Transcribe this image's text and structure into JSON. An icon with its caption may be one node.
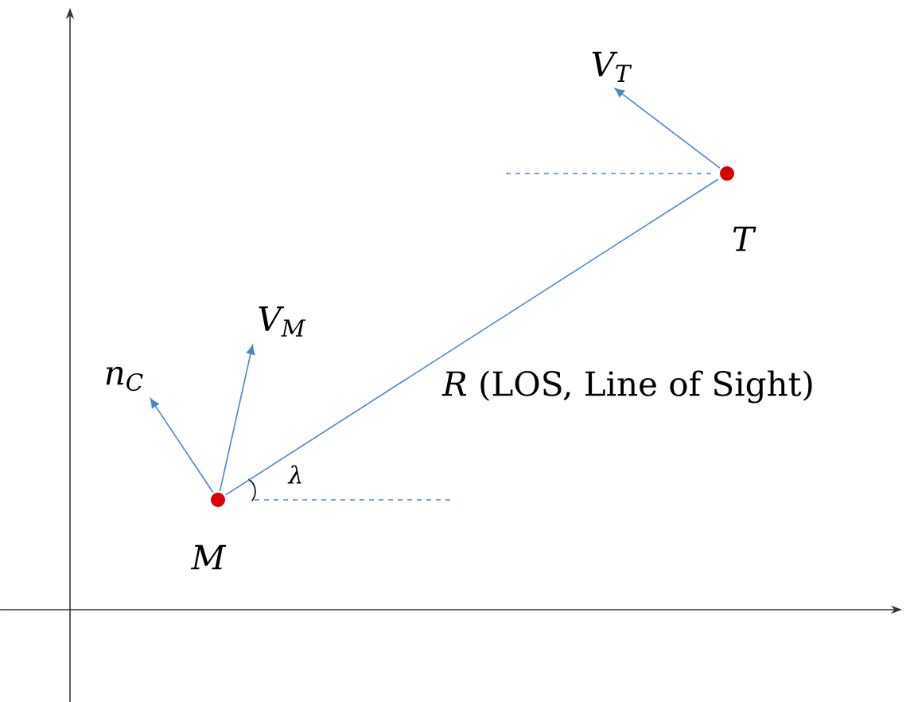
{
  "diagram": {
    "nodes": [
      {
        "text": [],
        "shape": "circle",
        "beside": [
          "M"
        ]
      },
      {
        "text": [],
        "shape": "circle",
        "beside": [
          "T"
        ]
      },
      {
        "text": [
          "V$_{M}$"
        ]
      },
      {
        "text": [
          "n$_{C}$"
        ]
      },
      {
        "text": [
          "V$_{T}$"
        ]
      }
    ],
    "edges": [
      {
        "from": 0,
        "to": 2,
        "arrow": "to"
      },
      {
        "from": 0,
        "to": 3,
        "arrow": "to"
      },
      {
        "from": 1,
        "to": 4,
        "arrow": "to"
      },
      {
        "from": 0,
        "to": 1,
        "arrow": "none",
        "label": "*R* (LOS, Line of Sight)"
      }
    ],
    "labels": [
      "λ"
    ]
  }
}
